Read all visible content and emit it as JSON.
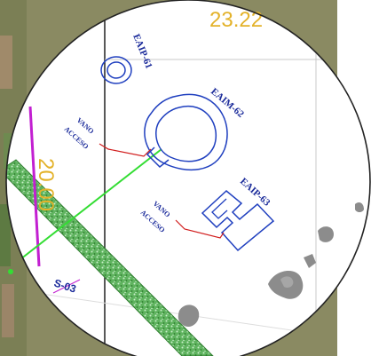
{
  "map": {
    "elevations": [
      "23.22",
      "20.00"
    ],
    "structures": [
      {
        "label": "EAIP-61",
        "color": "#1f3fbf"
      },
      {
        "label": "EAIM-62",
        "color": "#1f3fbf"
      },
      {
        "label": "EAIP-63",
        "color": "#1f3fbf"
      }
    ],
    "access_notes": [
      {
        "line1": "VANO",
        "line2": "ACCESO"
      },
      {
        "line1": "VANO",
        "line2": "ACCESO"
      }
    ],
    "line_label": "S-03",
    "colors": {
      "structure": "#1f3fbf",
      "leader": "#d11d1d",
      "pipe": "#33dd33",
      "vegetation_band": "#3f9a3f",
      "boundary": "#c21fd1",
      "elevation_text": "#e3b22a",
      "rock": "#8c8c8c"
    }
  }
}
